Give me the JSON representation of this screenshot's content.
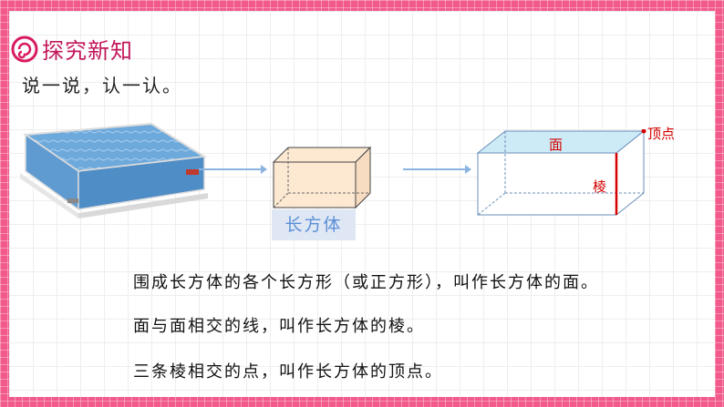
{
  "header": {
    "title": "探究新知"
  },
  "subtitle": "说一说，认一认。",
  "diagram": {
    "cuboid_label": "长方体",
    "face_label": "面",
    "edge_label": "棱",
    "vertex_label": "顶点"
  },
  "definitions": [
    "围成长方体的各个长方形（或正方形），叫作长方体的面。",
    "面与面相交的线，叫作长方体的棱。",
    "三条棱相交的点，叫作长方体的顶点。"
  ],
  "colors": {
    "border_pink": "#f25a8c",
    "title_color": "#c2185b",
    "accent_red": "#d40000",
    "box_fill_light": "#fde8d2",
    "top_face_fill": "#cdeaf7"
  }
}
